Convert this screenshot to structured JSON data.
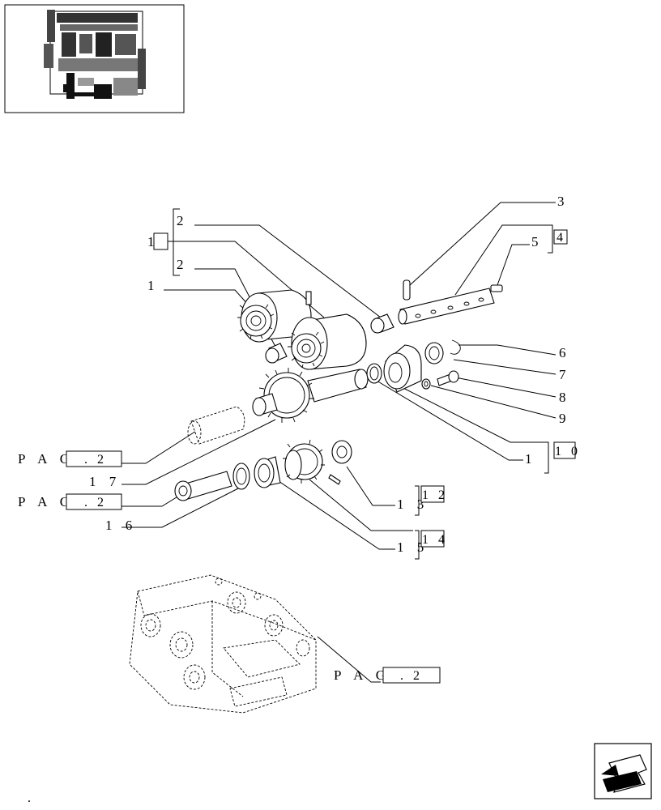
{
  "callouts": {
    "c1_box": "1",
    "c2_top": "2",
    "c2_bottom": "2",
    "c1_gear": "1",
    "c3": "3",
    "c5": "5",
    "c4_box": "4",
    "c6": "6",
    "c7": "7",
    "c8": "8",
    "c9": "9",
    "c1_10": "1",
    "c10_box": "1 0",
    "c13": "1 3",
    "c12_box": "1 2",
    "c15": "1 5",
    "c14_box": "1 4",
    "c17": "1 7",
    "c16": "1 6"
  },
  "page_refs": {
    "ref1_prefix": "P A G",
    "ref1_value": ". 2",
    "ref2_prefix": "P A G",
    "ref2_value": ". 2",
    "ref3_prefix": "P A G",
    "ref3_value": ". 2"
  },
  "footer": {
    "dot": "."
  },
  "icons": {
    "thumbnail": "engine-thumbnail-icon",
    "nav": "next-page-arrow-icon"
  }
}
